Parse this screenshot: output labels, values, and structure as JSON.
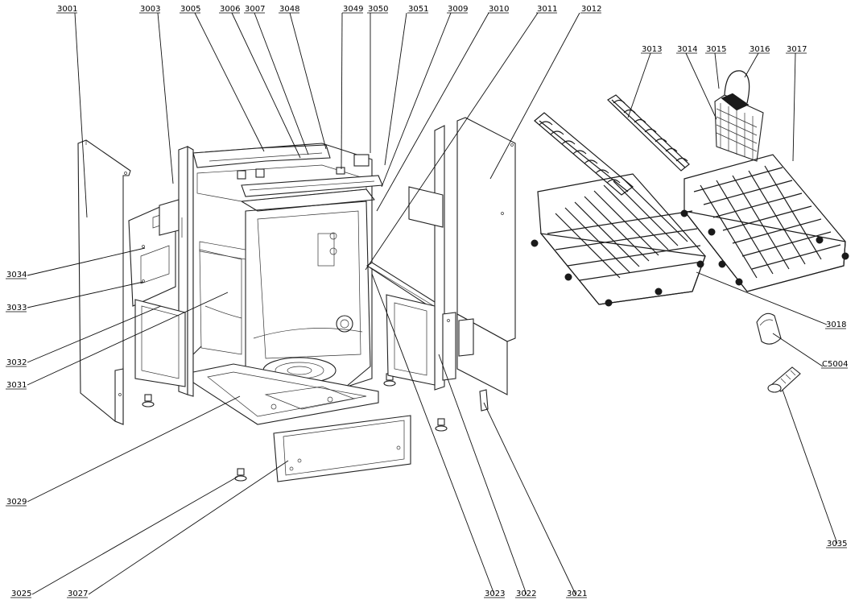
{
  "callouts": [
    {
      "id": "3001",
      "label": "3001"
    },
    {
      "id": "3003",
      "label": "3003"
    },
    {
      "id": "3005",
      "label": "3005"
    },
    {
      "id": "3006",
      "label": "3006"
    },
    {
      "id": "3007",
      "label": "3007"
    },
    {
      "id": "3048",
      "label": "3048"
    },
    {
      "id": "3049",
      "label": "3049"
    },
    {
      "id": "3050",
      "label": "3050"
    },
    {
      "id": "3051",
      "label": "3051"
    },
    {
      "id": "3009",
      "label": "3009"
    },
    {
      "id": "3010",
      "label": "3010"
    },
    {
      "id": "3011",
      "label": "3011"
    },
    {
      "id": "3012",
      "label": "3012"
    },
    {
      "id": "3013",
      "label": "3013"
    },
    {
      "id": "3014",
      "label": "3014"
    },
    {
      "id": "3015",
      "label": "3015"
    },
    {
      "id": "3016",
      "label": "3016"
    },
    {
      "id": "3017",
      "label": "3017"
    },
    {
      "id": "3034",
      "label": "3034"
    },
    {
      "id": "3033",
      "label": "3033"
    },
    {
      "id": "3032",
      "label": "3032"
    },
    {
      "id": "3031",
      "label": "3031"
    },
    {
      "id": "3018",
      "label": "3018"
    },
    {
      "id": "C5004",
      "label": "C5004"
    },
    {
      "id": "3029",
      "label": "3029"
    },
    {
      "id": "3035",
      "label": "3035"
    },
    {
      "id": "3025",
      "label": "3025"
    },
    {
      "id": "3027",
      "label": "3027"
    },
    {
      "id": "3023",
      "label": "3023"
    },
    {
      "id": "3022",
      "label": "3022"
    },
    {
      "id": "3021",
      "label": "3021"
    }
  ]
}
